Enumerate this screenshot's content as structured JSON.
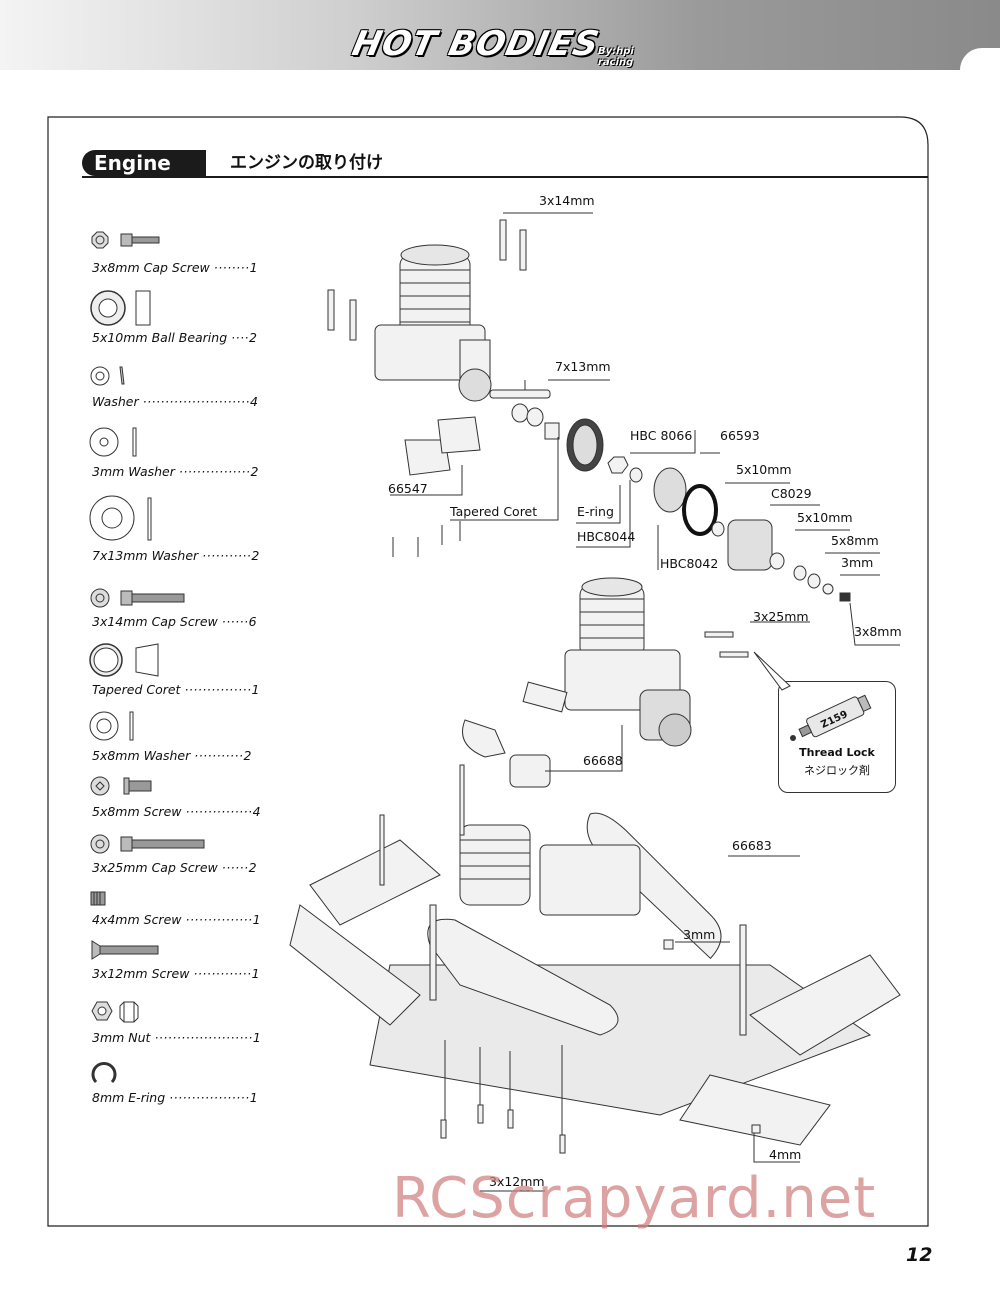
{
  "header": {
    "logo_text": "HOT BODIES",
    "logo_sub": "By:hpi racing"
  },
  "section": {
    "title": "Engine",
    "title_jp": "エンジンの取り付け"
  },
  "parts": [
    {
      "name": "3x8mm Cap Screw",
      "qty": "1",
      "icon": "cap-screw-short-icon"
    },
    {
      "name": "5x10mm Ball Bearing",
      "qty": "2",
      "icon": "ball-bearing-icon"
    },
    {
      "name": "Washer",
      "qty": "4",
      "icon": "small-washer-icon"
    },
    {
      "name": "3mm Washer",
      "qty": "2",
      "icon": "washer-icon"
    },
    {
      "name": "7x13mm Washer",
      "qty": "2",
      "icon": "large-washer-icon"
    },
    {
      "name": "3x14mm Cap Screw",
      "qty": "6",
      "icon": "cap-screw-long-icon"
    },
    {
      "name": "Tapered Coret",
      "qty": "1",
      "icon": "tapered-collet-icon"
    },
    {
      "name": "5x8mm Washer",
      "qty": "2",
      "icon": "washer-icon"
    },
    {
      "name": "5x8mm Screw",
      "qty": "4",
      "icon": "screw-icon"
    },
    {
      "name": "3x25mm Cap Screw",
      "qty": "2",
      "icon": "cap-screw-xlong-icon"
    },
    {
      "name": "4x4mm Screw",
      "qty": "1",
      "icon": "set-screw-icon"
    },
    {
      "name": "3x12mm Screw",
      "qty": "1",
      "icon": "flat-head-screw-icon"
    },
    {
      "name": "3mm Nut",
      "qty": "1",
      "icon": "nut-icon"
    },
    {
      "name": "8mm E-ring",
      "qty": "1",
      "icon": "e-ring-icon"
    }
  ],
  "callouts": {
    "c_3x14": "3x14mm",
    "c_7x13": "7x13mm",
    "c_hbc8066": "HBC 8066",
    "c_66593": "66593",
    "c_5x10_a": "5x10mm",
    "c_c8029": "C8029",
    "c_5x10_b": "5x10mm",
    "c_5x8": "5x8mm",
    "c_3mm_a": "3mm",
    "c_3x8": "3x8mm",
    "c_66547": "66547",
    "c_tapered": "Tapered Coret",
    "c_ering": "E-ring",
    "c_hbc8044": "HBC8044",
    "c_hbc8042": "HBC8042",
    "c_3x25": "3x25mm",
    "c_66688": "66688",
    "c_66683": "66683",
    "c_3mm_b": "3mm",
    "c_4mm": "4mm",
    "c_3x12": "3x12mm"
  },
  "thread_lock": {
    "tube_label": "Z159",
    "label_en": "Thread Lock",
    "label_jp": "ネジロック剤"
  },
  "page_number": "12",
  "watermark": "RCScrapyard.net"
}
